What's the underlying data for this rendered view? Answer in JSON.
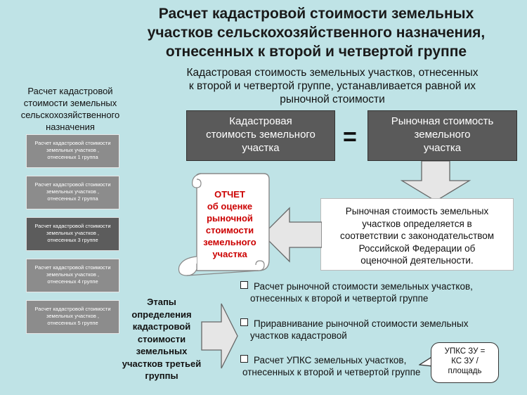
{
  "title_lines": [
    "Расчет кадастровой стоимости земельных",
    "участков сельскохозяйственного назначения,",
    "отнесенных к второй и четвертой группе"
  ],
  "subtitle_lines": [
    "Кадастровая стоимость земельных участков, отнесенных",
    "к второй и четвертой группе, устанавливается равной их",
    "рыночной стоимости"
  ],
  "left_caption_lines": [
    "Расчет кадастровой",
    "стоимости земельных",
    "сельскохозяйственного",
    "назначения"
  ],
  "groups": [
    {
      "lines": [
        "Расчет кадастровой стоимости",
        "земельных участков ,",
        "отнесенных 1 группа"
      ]
    },
    {
      "lines": [
        "Расчет кадастровой стоимости",
        "земельных участков ,",
        "отнесенных 2 группа"
      ]
    },
    {
      "lines": [
        "Расчет кадастровой стоимости",
        "земельных участков ,",
        "отнесенных 3 группе"
      ]
    },
    {
      "lines": [
        "Расчет кадастровой стоимости",
        "земельных участков ,",
        "отнесенных 4 группе"
      ]
    },
    {
      "lines": [
        "Расчет кадастровой стоимости",
        "земельных участков ,",
        "отнесенных 5 группе"
      ]
    }
  ],
  "cadastral_box_lines": [
    "Кадастровая",
    "стоимость земельного",
    "участка"
  ],
  "equals": "=",
  "market_box_lines": [
    "Рыночная стоимость",
    "земельного",
    "участка"
  ],
  "report_lines": [
    "ОТЧЕТ",
    "об оценке",
    "рыночной",
    "стоимости",
    "земельного",
    "участка"
  ],
  "market_note_lines": [
    "Рыночная стоимость земельных",
    "участков определяется в",
    "соответствии с законодательством",
    "Российской Федерации об",
    "оценочной деятельности."
  ],
  "stages_lines": [
    "Этапы",
    "определения",
    "кадастровой",
    "стоимости",
    "земельных",
    "участков третьей",
    "группы"
  ],
  "bullets": [
    {
      "lines": [
        "Расчет рыночной стоимости земельных участков,",
        "отнесенных к  второй и четвертой группе"
      ]
    },
    {
      "lines": [
        "Приравнивание рыночной стоимости земельных",
        "участков кадастровой"
      ]
    },
    {
      "lines": [
        "Расчет УПКС земельных участков,",
        "отнесенных к второй и четвертой группе"
      ]
    }
  ],
  "upks_lines": [
    "УПКС ЗУ =",
    "КС ЗУ /",
    "площадь"
  ],
  "colors": {
    "background": "#bfe3e6",
    "gray_box": "#5a5a5a",
    "report_text": "#cc0000",
    "arrow_fill": "#e6e6e6"
  }
}
